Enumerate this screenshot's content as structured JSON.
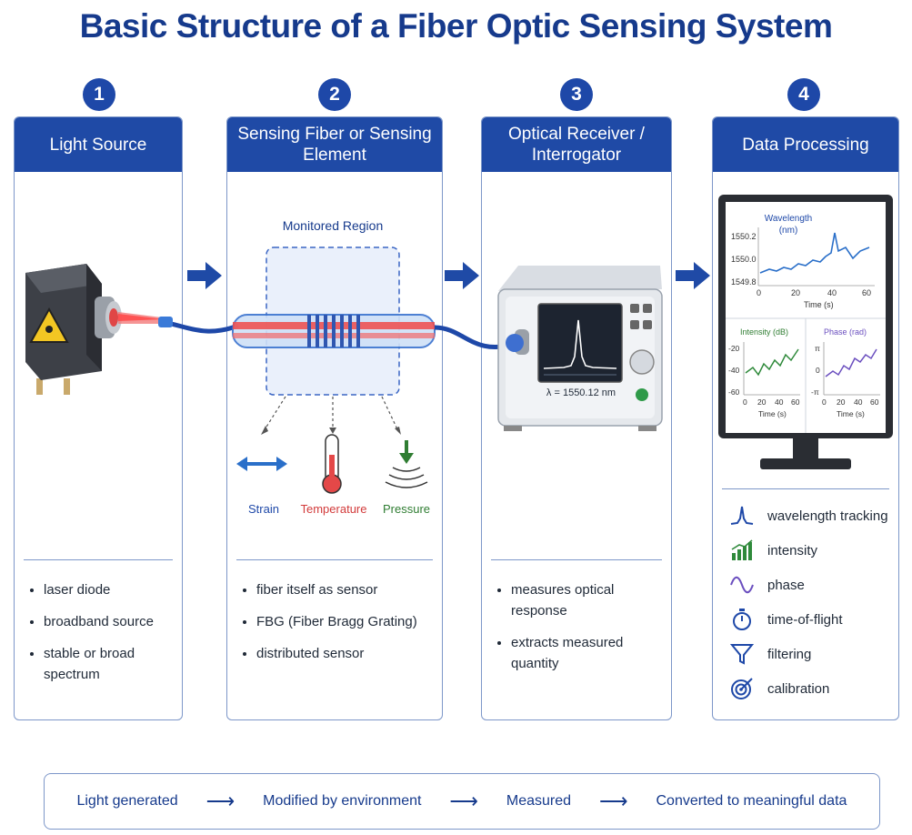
{
  "title": "Basic Structure of a Fiber Optic Sensing System",
  "steps": [
    {
      "number": "1",
      "heading": "Light Source",
      "bullets": [
        "laser diode",
        "broadband source",
        "stable or broad spectrum"
      ]
    },
    {
      "number": "2",
      "heading": "Sensing Fiber or Sensing Element",
      "bullets": [
        "fiber itself as sensor",
        "FBG (Fiber Bragg Grating)",
        "distributed sensor"
      ]
    },
    {
      "number": "3",
      "heading": "Optical Receiver / Interrogator",
      "bullets": [
        "measures optical response",
        "extracts measured quantity"
      ]
    },
    {
      "number": "4",
      "heading": "Data Processing"
    }
  ],
  "sensing": {
    "region_label": "Monitored Region",
    "strain": "Strain",
    "temperature": "Temperature",
    "pressure": "Pressure"
  },
  "receiver": {
    "readout": "λ = 1550.12 nm"
  },
  "monitor": {
    "wavelength": {
      "title": "Wavelength (nm)",
      "yticks": [
        "1550.2",
        "1550.0",
        "1549.8"
      ],
      "xticks": [
        "0",
        "20",
        "40",
        "60"
      ],
      "xlabel": "Time (s)"
    },
    "intensity": {
      "title": "Intensity (dB)",
      "yticks": [
        "-20",
        "-40",
        "-60"
      ],
      "xticks": [
        "0",
        "20",
        "40",
        "60"
      ],
      "xlabel": "Time (s)"
    },
    "phase": {
      "title": "Phase (rad)",
      "yticks": [
        "π",
        "0",
        "-π"
      ],
      "xticks": [
        "0",
        "20",
        "40",
        "60"
      ],
      "xlabel": "Time (s)"
    }
  },
  "processing_items": [
    {
      "icon": "peak-icon",
      "label": "wavelength tracking"
    },
    {
      "icon": "bar-chart-icon",
      "label": "intensity"
    },
    {
      "icon": "sine-wave-icon",
      "label": "phase"
    },
    {
      "icon": "stopwatch-icon",
      "label": "time-of-flight"
    },
    {
      "icon": "funnel-icon",
      "label": "filtering"
    },
    {
      "icon": "target-icon",
      "label": "calibration"
    }
  ],
  "flow": [
    "Light generated",
    "Modified by environment",
    "Measured",
    "Converted to meaningful data"
  ],
  "colors": {
    "primary": "#1f4aa6",
    "strain": "#2a6fc9",
    "temperature": "#d23a3a",
    "pressure": "#2f7d32",
    "phase": "#6b4fbf"
  }
}
